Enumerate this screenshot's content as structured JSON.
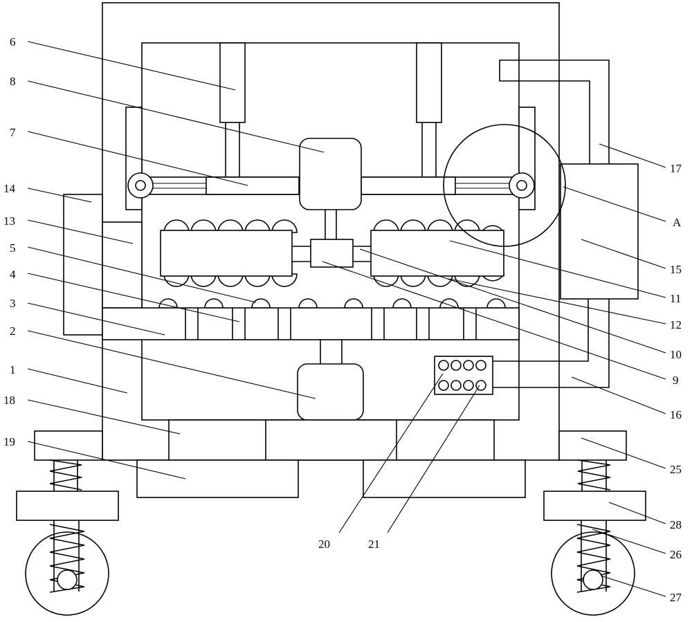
{
  "figure": {
    "labels": [
      "1",
      "2",
      "3",
      "4",
      "5",
      "6",
      "7",
      "8",
      "9",
      "10",
      "11",
      "12",
      "13",
      "14",
      "15",
      "16",
      "17",
      "18",
      "19",
      "20",
      "21",
      "25",
      "26",
      "27",
      "28",
      "A"
    ]
  }
}
